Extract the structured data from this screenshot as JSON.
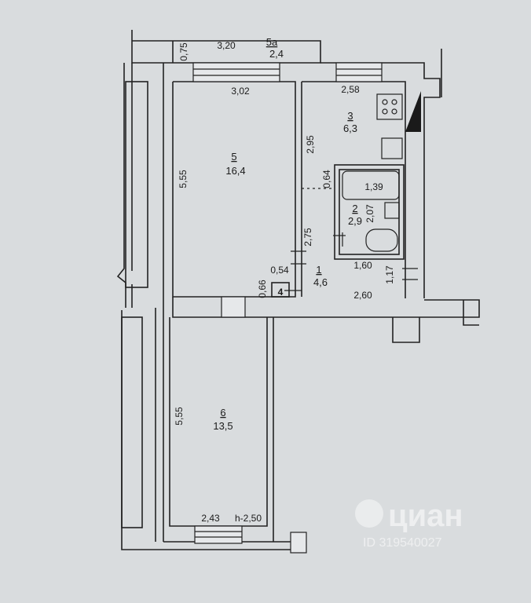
{
  "rooms": [
    {
      "number": "5а",
      "area": "2,4"
    },
    {
      "number": "5",
      "area": "16,4"
    },
    {
      "number": "3",
      "area": "6,3"
    },
    {
      "number": "2",
      "area": "2,9"
    },
    {
      "number": "1",
      "area": "4,6"
    },
    {
      "number": "4",
      "area": ""
    },
    {
      "number": "6",
      "area": "13,5"
    }
  ],
  "dimensions": {
    "d075": "0,75",
    "d320": "3,20",
    "d302": "3,02",
    "d258": "2,58",
    "d555a": "5,55",
    "d295": "2,95",
    "d064": "0,64",
    "d139": "1,39",
    "d207": "2,07",
    "d275": "2,75",
    "d054": "0,54",
    "d066": "0,66",
    "d160": "1,60",
    "d117": "1,17",
    "d260": "2,60",
    "d555b": "5,55",
    "d243": "2,43",
    "height": "h-2,50"
  },
  "watermark": {
    "brand": "циан",
    "id": "ID 319540027"
  }
}
